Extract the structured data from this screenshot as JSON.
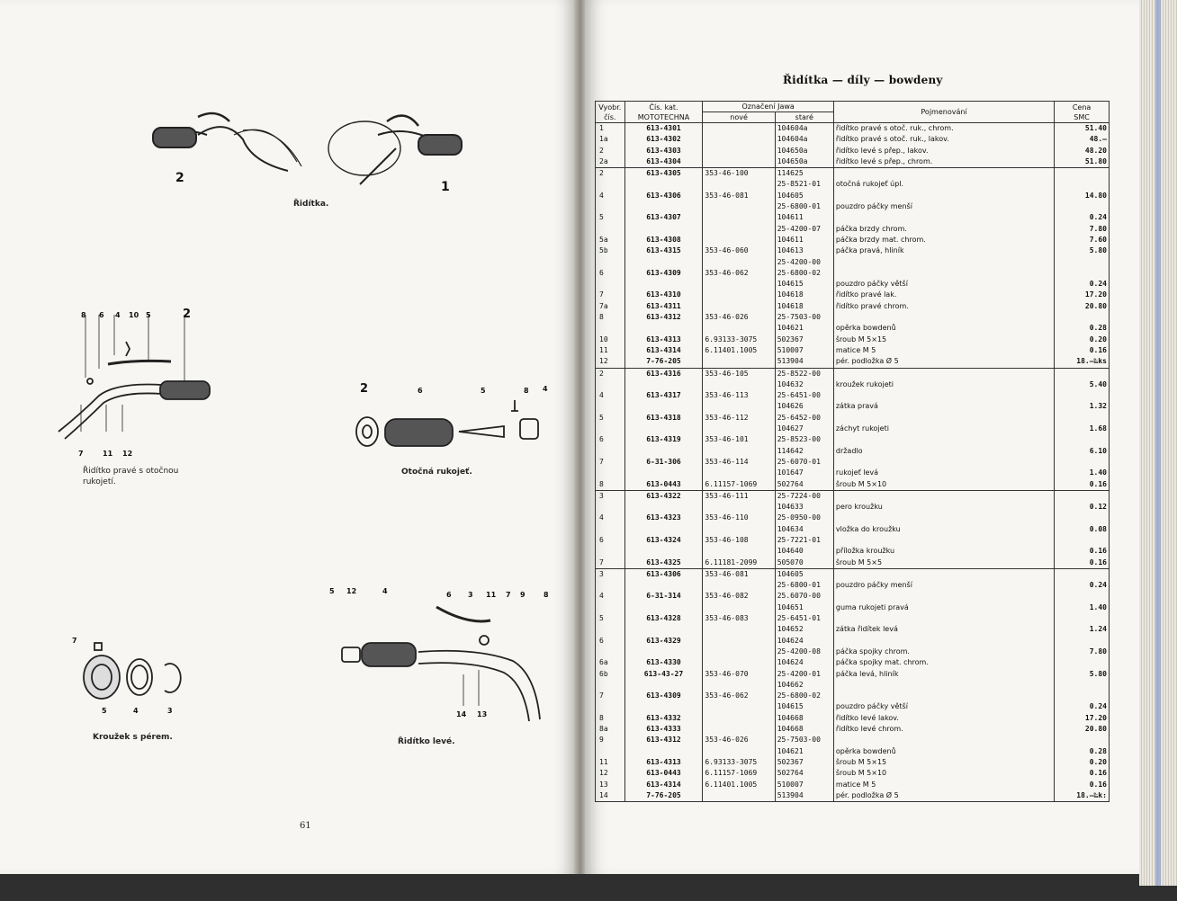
{
  "left_page": {
    "page_number": "61",
    "figures": [
      {
        "caption": "Řidítka."
      },
      {
        "caption": "Řidítko pravé s otočnou rukojetí.",
        "callouts_top": [
          "8",
          "6",
          "4",
          "10",
          "5",
          "2"
        ],
        "callouts_bottom": [
          "7",
          "11",
          "12"
        ]
      },
      {
        "caption": "Otočná rukojeť.",
        "callouts": [
          "2",
          "6",
          "5",
          "8",
          "4"
        ]
      },
      {
        "caption": "Kroužek s pérem.",
        "callouts": [
          "7",
          "5",
          "4",
          "3"
        ]
      },
      {
        "caption": "Řidítko levé.",
        "callouts_top": [
          "5",
          "12",
          "4",
          "6",
          "3",
          "11",
          "7",
          "9",
          "8"
        ],
        "callouts_bottom": [
          "14",
          "13"
        ]
      }
    ]
  },
  "right_page": {
    "title": "Řidítka — díly — bowdeny",
    "headers": {
      "vyobr_1": "Vyobr.",
      "vyobr_2": "čís.",
      "kat_1": "Čís. kat.",
      "kat_2": "MOTOTECHNA",
      "oznaceni": "Označení Jawa",
      "nove": "nové",
      "stare": "staré",
      "pojmenovani": "Pojmenování",
      "cena": "Cena",
      "smc": "SMC"
    },
    "rows": [
      {
        "g": 1,
        "pos": "1",
        "kat": "613-4301",
        "nove": "",
        "stare": "104604a",
        "desc": "řidítko pravé s otoč. ruk., chrom.",
        "price": "51.40"
      },
      {
        "pos": "1a",
        "kat": "613-4302",
        "nove": "",
        "stare": "104604a",
        "desc": "řidítko pravé s otoč. ruk., lakov.",
        "price": "48.—"
      },
      {
        "pos": "2",
        "kat": "613-4303",
        "nove": "",
        "stare": "104650a",
        "desc": "řidítko levé s přep., lakov.",
        "price": "48.20"
      },
      {
        "pos": "2a",
        "kat": "613-4304",
        "nove": "",
        "stare": "104650a",
        "desc": "řidítko levé s přep., chrom.",
        "price": "51.80"
      },
      {
        "g": 1,
        "pos": "2",
        "kat": "613-4305",
        "nove": "353-46-100",
        "stare": "114625",
        "desc": "",
        "price": ""
      },
      {
        "pos": "",
        "kat": "",
        "nove": "",
        "stare": "25-8521-01",
        "desc": "otočná rukojeť úpl.",
        "price": ""
      },
      {
        "pos": "4",
        "kat": "613-4306",
        "nove": "353-46-081",
        "stare": "104605",
        "desc": "",
        "price": "14.80"
      },
      {
        "pos": "",
        "kat": "",
        "nove": "",
        "stare": "25-6800-01",
        "desc": "pouzdro páčky menší",
        "price": ""
      },
      {
        "pos": "5",
        "kat": "613-4307",
        "nove": "",
        "stare": "104611",
        "desc": "",
        "price": "0.24"
      },
      {
        "pos": "",
        "kat": "",
        "nove": "",
        "stare": "25-4200-07",
        "desc": "páčka brzdy chrom.",
        "price": "7.80"
      },
      {
        "pos": "5a",
        "kat": "613-4308",
        "nove": "",
        "stare": "104611",
        "desc": "páčka brzdy mat. chrom.",
        "price": "7.60"
      },
      {
        "pos": "5b",
        "kat": "613-4315",
        "nove": "353-46-060",
        "stare": "104613",
        "desc": "páčka pravá, hliník",
        "price": "5.80"
      },
      {
        "pos": "",
        "kat": "",
        "nove": "",
        "stare": "25-4200-00",
        "desc": "",
        "price": ""
      },
      {
        "pos": "6",
        "kat": "613-4309",
        "nove": "353-46-062",
        "stare": "25-6800-02",
        "desc": "",
        "price": ""
      },
      {
        "pos": "",
        "kat": "",
        "nove": "",
        "stare": "104615",
        "desc": "pouzdro páčky větší",
        "price": "0.24"
      },
      {
        "pos": "7",
        "kat": "613-4310",
        "nove": "",
        "stare": "104618",
        "desc": "řidítko pravé lak.",
        "price": "17.20"
      },
      {
        "pos": "7a",
        "kat": "613-4311",
        "nove": "",
        "stare": "104618",
        "desc": "řidítko pravé chrom.",
        "price": "20.80"
      },
      {
        "pos": "8",
        "kat": "613-4312",
        "nove": "353-46-026",
        "stare": "25-7503-00",
        "desc": "",
        "price": ""
      },
      {
        "pos": "",
        "kat": "",
        "nove": "",
        "stare": "104621",
        "desc": "opěrka bowdenů",
        "price": "0.28"
      },
      {
        "pos": "10",
        "kat": "613-4313",
        "nove": "6.93133-3075",
        "stare": "502367",
        "desc": "šroub M 5×15",
        "price": "0.20"
      },
      {
        "pos": "11",
        "kat": "613-4314",
        "nove": "6.11401.1005",
        "stare": "510007",
        "desc": "matice M 5",
        "price": "0.16"
      },
      {
        "pos": "12",
        "kat": "7-76-205",
        "nove": "",
        "stare": "513904",
        "desc": "pér. podložka Ø 5",
        "price": "18.—‰ks"
      },
      {
        "g": 1,
        "pos": "2",
        "kat": "613-4316",
        "nove": "353-46-105",
        "stare": "25-8522-00",
        "desc": "",
        "price": ""
      },
      {
        "pos": "",
        "kat": "",
        "nove": "",
        "stare": "104632",
        "desc": "kroužek rukojeti",
        "price": "5.40"
      },
      {
        "pos": "4",
        "kat": "613-4317",
        "nove": "353-46-113",
        "stare": "25-6451-00",
        "desc": "",
        "price": ""
      },
      {
        "pos": "",
        "kat": "",
        "nove": "",
        "stare": "104626",
        "desc": "zátka pravá",
        "price": "1.32"
      },
      {
        "pos": "5",
        "kat": "613-4318",
        "nove": "353-46-112",
        "stare": "25-6452-00",
        "desc": "",
        "price": ""
      },
      {
        "pos": "",
        "kat": "",
        "nove": "",
        "stare": "104627",
        "desc": "záchyt rukojeti",
        "price": "1.68"
      },
      {
        "pos": "6",
        "kat": "613-4319",
        "nove": "353-46-101",
        "stare": "25-8523-00",
        "desc": "",
        "price": ""
      },
      {
        "pos": "",
        "kat": "",
        "nove": "",
        "stare": "114642",
        "desc": "držadlo",
        "price": "6.10"
      },
      {
        "pos": "7",
        "kat": "6-31-306",
        "nove": "353-46-114",
        "stare": "25-6070-01",
        "desc": "",
        "price": ""
      },
      {
        "pos": "",
        "kat": "",
        "nove": "",
        "stare": "101647",
        "desc": "rukojeť levá",
        "price": "1.40"
      },
      {
        "pos": "8",
        "kat": "613-0443",
        "nove": "6.11157-1069",
        "stare": "502764",
        "desc": "šroub M 5×10",
        "price": "0.16"
      },
      {
        "g": 1,
        "pos": "3",
        "kat": "613-4322",
        "nove": "353-46-111",
        "stare": "25-7224-00",
        "desc": "",
        "price": ""
      },
      {
        "pos": "",
        "kat": "",
        "nove": "",
        "stare": "104633",
        "desc": "pero kroužku",
        "price": "0.12"
      },
      {
        "pos": "4",
        "kat": "613-4323",
        "nove": "353-46-110",
        "stare": "25-0950-00",
        "desc": "",
        "price": ""
      },
      {
        "pos": "",
        "kat": "",
        "nove": "",
        "stare": "104634",
        "desc": "vložka do kroužku",
        "price": "0.08"
      },
      {
        "pos": "6",
        "kat": "613-4324",
        "nove": "353-46-108",
        "stare": "25-7221-01",
        "desc": "",
        "price": ""
      },
      {
        "pos": "",
        "kat": "",
        "nove": "",
        "stare": "104640",
        "desc": "příložka kroužku",
        "price": "0.16"
      },
      {
        "pos": "7",
        "kat": "613-4325",
        "nove": "6.11181-2099",
        "stare": "505070",
        "desc": "šroub M 5×5",
        "price": "0.16"
      },
      {
        "g": 1,
        "pos": "3",
        "kat": "613-4306",
        "nove": "353-46-081",
        "stare": "104605",
        "desc": "",
        "price": ""
      },
      {
        "pos": "",
        "kat": "",
        "nove": "",
        "stare": "25-6800-01",
        "desc": "pouzdro páčky menší",
        "price": "0.24"
      },
      {
        "pos": "4",
        "kat": "6-31-314",
        "nove": "353-46-082",
        "stare": "25.6070-00",
        "desc": "",
        "price": ""
      },
      {
        "pos": "",
        "kat": "",
        "nove": "",
        "stare": "104651",
        "desc": "guma rukojeti pravá",
        "price": "1.40"
      },
      {
        "pos": "5",
        "kat": "613-4328",
        "nove": "353-46-083",
        "stare": "25-6451-01",
        "desc": "",
        "price": ""
      },
      {
        "pos": "",
        "kat": "",
        "nove": "",
        "stare": "104652",
        "desc": "zátka řidítek levá",
        "price": "1.24"
      },
      {
        "pos": "6",
        "kat": "613-4329",
        "nove": "",
        "stare": "104624",
        "desc": "",
        "price": ""
      },
      {
        "pos": "",
        "kat": "",
        "nove": "",
        "stare": "25-4200-08",
        "desc": "páčka spojky chrom.",
        "price": "7.80"
      },
      {
        "pos": "6a",
        "kat": "613-4330",
        "nove": "",
        "stare": "104624",
        "desc": "páčka spojky mat. chrom.",
        "price": ""
      },
      {
        "pos": "6b",
        "kat": "613-43-27",
        "nove": "353-46-070",
        "stare": "25-4200-01",
        "desc": "páčka levá, hliník",
        "price": "5.80"
      },
      {
        "pos": "",
        "kat": "",
        "nove": "",
        "stare": "104662",
        "desc": "",
        "price": ""
      },
      {
        "pos": "7",
        "kat": "613-4309",
        "nove": "353-46-062",
        "stare": "25-6800-02",
        "desc": "",
        "price": ""
      },
      {
        "pos": "",
        "kat": "",
        "nove": "",
        "stare": "104615",
        "desc": "pouzdro páčky větší",
        "price": "0.24"
      },
      {
        "pos": "8",
        "kat": "613-4332",
        "nove": "",
        "stare": "104668",
        "desc": "řidítko levé lakov.",
        "price": "17.20"
      },
      {
        "pos": "8a",
        "kat": "613-4333",
        "nove": "",
        "stare": "104668",
        "desc": "řidítko levé chrom.",
        "price": "20.80"
      },
      {
        "pos": "9",
        "kat": "613-4312",
        "nove": "353-46-026",
        "stare": "25-7503-00",
        "desc": "",
        "price": ""
      },
      {
        "pos": "",
        "kat": "",
        "nove": "",
        "stare": "104621",
        "desc": "opěrka bowdenů",
        "price": "0.28"
      },
      {
        "pos": "11",
        "kat": "613-4313",
        "nove": "6.93133-3075",
        "stare": "502367",
        "desc": "šroub M 5×15",
        "price": "0.20"
      },
      {
        "pos": "12",
        "kat": "613-0443",
        "nove": "6.11157-1069",
        "stare": "502764",
        "desc": "šroub M 5×10",
        "price": "0.16"
      },
      {
        "pos": "13",
        "kat": "613-4314",
        "nove": "6.11401.1005",
        "stare": "510007",
        "desc": "matice M 5",
        "price": "0.16"
      },
      {
        "pos": "14",
        "kat": "7-76-205",
        "nove": "",
        "stare": "513904",
        "desc": "pér. podložka Ø 5",
        "price": "18.—‰k:",
        "last": 1
      }
    ]
  }
}
